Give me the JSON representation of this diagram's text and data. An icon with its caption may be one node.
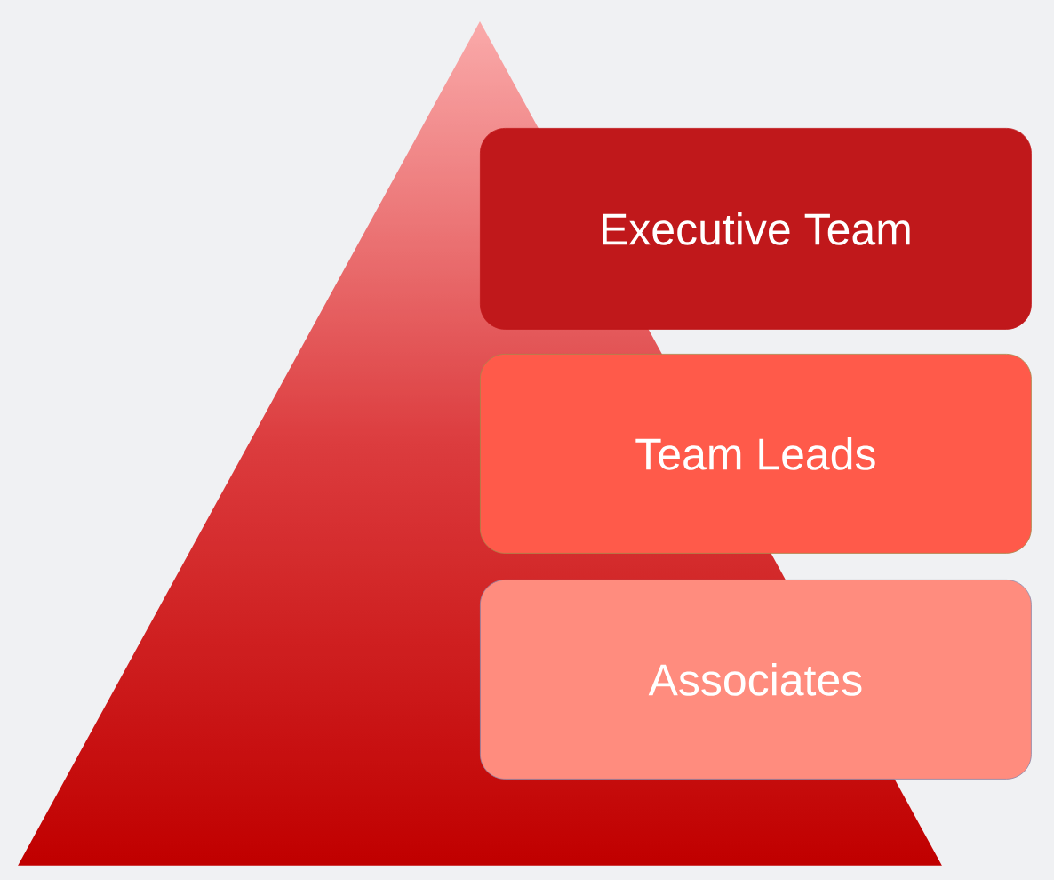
{
  "diagram": {
    "nodes": [
      {
        "text": [
          "Executive Team"
        ]
      },
      {
        "text": [
          "Team Leads"
        ]
      },
      {
        "text": [
          "Associates"
        ]
      }
    ]
  }
}
